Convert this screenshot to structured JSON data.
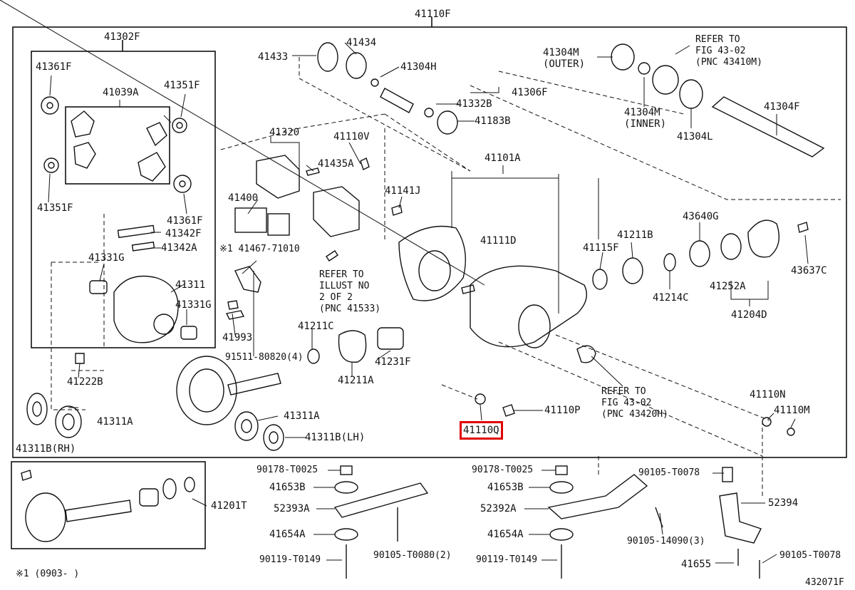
{
  "diagram": {
    "figure_number": "432071F",
    "footnote": "※1 (0903-      )",
    "highlight_color": "#e00000",
    "selected_part": "41110Q"
  },
  "parts": {
    "p41110F": "41110F",
    "p41302F": "41302F",
    "p41361F_a": "41361F",
    "p41039A": "41039A",
    "p41351F_a": "41351F",
    "p41351F_b": "41351F",
    "p41361F_b": "41361F",
    "p41342F": "41342F",
    "p41342A": "41342A",
    "p41331G_a": "41331G",
    "p41311": "41311",
    "p41331G_b": "41331G",
    "p41222B": "41222B",
    "p41311A_a": "41311A",
    "p41311B_rh": "41311B(RH)",
    "p41433": "41433",
    "p41434": "41434",
    "p41304H": "41304H",
    "p41306F": "41306F",
    "p41332B": "41332B",
    "p41183B": "41183B",
    "p41320": "41320",
    "p41110V": "41110V",
    "p41435A": "41435A",
    "p41400": "41400",
    "p41467": "※1 41467-71010",
    "p41993": "41993",
    "p91511": "91511-80820(4)",
    "refer_illust_1": "REFER TO",
    "refer_illust_2": "ILLUST NO",
    "refer_illust_3": "2 OF 2",
    "refer_illust_4": "(PNC 41533)",
    "p41211C": "41211C",
    "p41211A": "41211A",
    "p41231F": "41231F",
    "p41311A_b": "41311A",
    "p41311B_lh": "41311B(LH)",
    "p41304M_outer_1": "41304M",
    "p41304M_outer_2": "(OUTER)",
    "refer_4302a_1": "REFER TO",
    "refer_4302a_2": "FIG 43-02",
    "refer_4302a_3": "(PNC 43410M)",
    "p41304M_inner_1": "41304M",
    "p41304M_inner_2": "(INNER)",
    "p41304L": "41304L",
    "p41304F": "41304F",
    "p41101A": "41101A",
    "p41141J": "41141J",
    "p41111D": "41111D",
    "p41115F": "41115F",
    "p41211B": "41211B",
    "p43640G": "43640G",
    "p41214C": "41214C",
    "p41252A": "41252A",
    "p41204D": "41204D",
    "p43637C": "43637C",
    "refer_4302b_1": "REFER TO",
    "refer_4302b_2": "FIG 43-02",
    "refer_4302b_3": "(PNC 43420H)",
    "p41110N": "41110N",
    "p41110M": "41110M",
    "p41110P": "41110P",
    "p41110Q": "41110Q",
    "p41201T": "41201T",
    "p90178_a": "90178-T0025",
    "p41653B_a": "41653B",
    "p52393A": "52393A",
    "p41654A_a": "41654A",
    "p90119_a": "90119-T0149",
    "p90105_T0080": "90105-T0080(2)",
    "p90178_b": "90178-T0025",
    "p41653B_b": "41653B",
    "p52392A": "52392A",
    "p41654A_b": "41654A",
    "p90119_b": "90119-T0149",
    "p90105_T0078_a": "90105-T0078",
    "p90105_14090": "90105-14090(3)",
    "p52394": "52394",
    "p41655": "41655",
    "p90105_T0078_b": "90105-T0078"
  }
}
